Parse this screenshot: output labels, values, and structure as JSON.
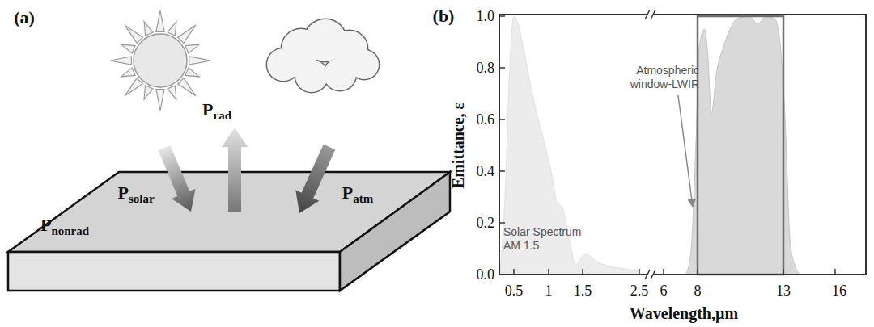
{
  "diagram": {
    "labels": [
      "(a)",
      "(b)",
      "Prad",
      "Psolar",
      "Patm",
      "Pnonrad",
      "Emittance, ε",
      "1.0",
      "0.8",
      "0.6",
      "0.4",
      "0.2",
      "0.0",
      "0.5",
      "1",
      "1.5",
      "2.5",
      "6",
      "8",
      "13",
      "16",
      "Wavelength,µm",
      "Atmospheric window-LWIR",
      "Solar Spectrum AM 1.5"
    ]
  }
}
